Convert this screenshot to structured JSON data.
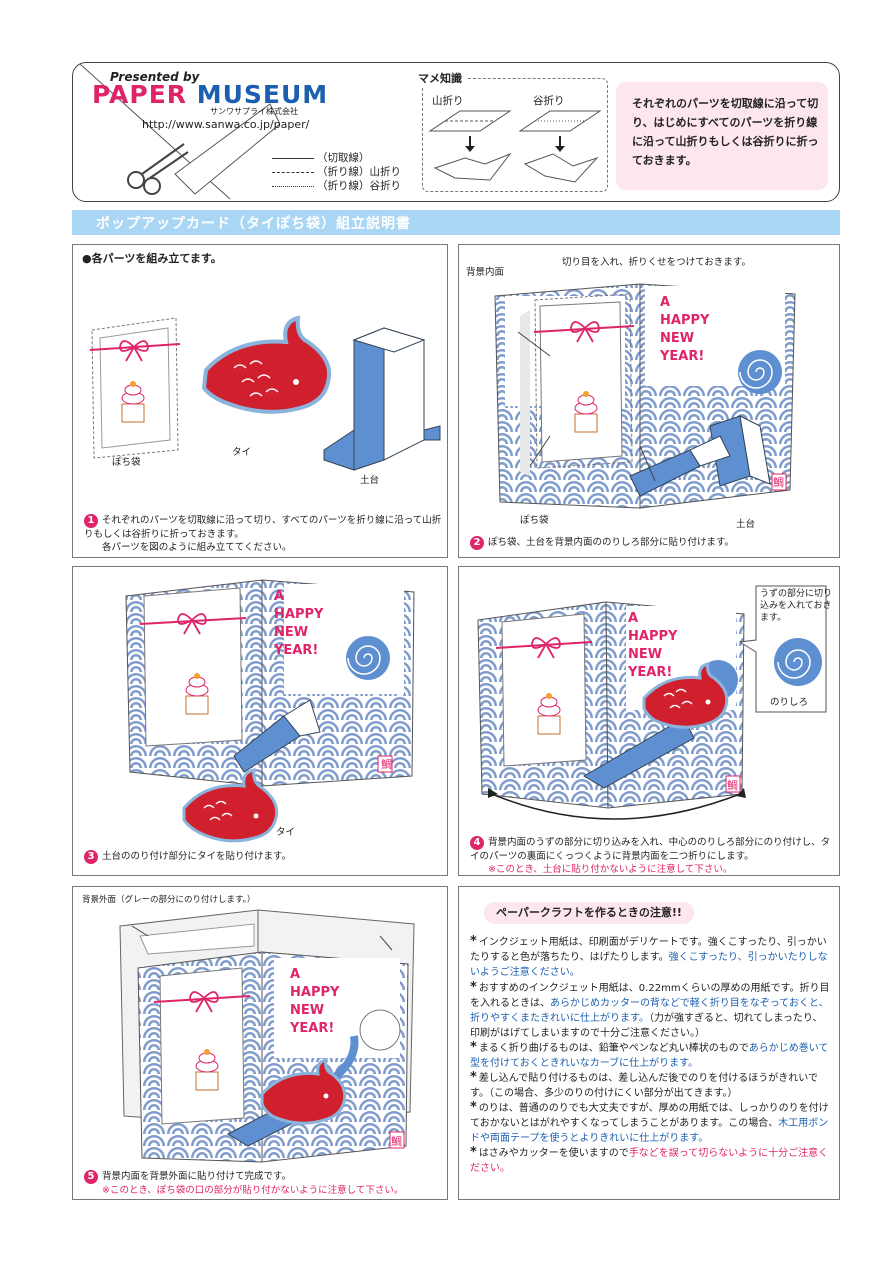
{
  "header": {
    "presented_by": "Presented by",
    "logo_part1": "PAPER",
    "logo_part2": " MUSEUM",
    "company": "サンワサプライ株式会社",
    "url": "http://www.sanwa.co.jp/paper/",
    "legend": [
      {
        "label": "（切取線）"
      },
      {
        "label": "（折り線）山折り"
      },
      {
        "label": "（折り線）谷折り"
      }
    ],
    "mame_title": "マメ知識",
    "mountain_fold": "山折り",
    "valley_fold": "谷折り",
    "intro_text": "それぞれのパーツを切取線に沿って切り、はじめにすべてのパーツを折り線に沿って山折りもしくは谷折りに折っておきます。"
  },
  "title": "ポップアップカード（タイぽち袋）組立説明書",
  "colors": {
    "accent_red": "#e0246a",
    "accent_blue": "#1c5fb0",
    "title_bar": "#a9d6f4",
    "pink_box": "#fde6ec"
  },
  "steps": {
    "s1": {
      "heading": "●各パーツを組み立てます。",
      "labels": {
        "pochi": "ぽち袋",
        "tai": "タイ",
        "dodai": "土台"
      },
      "num": "1",
      "text1": "それぞれのパーツを切取線に沿って切り、すべてのパーツを折り線に沿って山折りもしくは谷折りに折っておきます。",
      "text2": "各パーツを図のように組み立ててください。"
    },
    "s2": {
      "label_bg_inner": "背景内面",
      "label_cut": "切り目を入れ、折りくせをつけておきます。",
      "label_pochi": "ぽち袋",
      "label_dodai": "土台",
      "num": "2",
      "text": "ぽち袋、土台を背景内面ののりしろ部分に貼り付けます。"
    },
    "s3": {
      "label_tai": "タイ",
      "num": "3",
      "text": "土台ののり付け部分にタイを貼り付けます。"
    },
    "s4": {
      "bubble": "うずの部分に切り込みを入れておきます。",
      "label_glue": "のりしろ",
      "num": "4",
      "text": "背景内面のうずの部分に切り込みを入れ、中心ののりしろ部分にのり付けし、タイのパーツの裏面にくっつくように背景内面を二つ折りにします。",
      "note": "※このとき、土台に貼り付かないように注意して下さい。"
    },
    "s5": {
      "label_bg_outer": "背景外面（グレーの部分にのり付けします。）",
      "num": "5",
      "text": "背景内面を背景外面に貼り付けて完成です。",
      "note": "※このとき、ぽち袋の口の部分が貼り付かないように注意して下さい。"
    }
  },
  "card_text": {
    "line1": "A",
    "line2": "HAPPY",
    "line3": "NEW",
    "line4": "YEAR!",
    "stamp": "鯛"
  },
  "caution": {
    "title": "ペーパークラフトを作るときの注意!!",
    "items": [
      {
        "t1": "インクジェット用紙は、印刷面がデリケートです。強くこすったり、引っかいたりすると色が落ちたり、はげたりします。",
        "t2": "強くこすったり、引っかいたりしないようご注意ください。",
        "t3": ""
      },
      {
        "t1": "おすすめのインクジェット用紙は、0.22mmくらいの厚めの用紙です。折り目を入れるときは、",
        "t2": "あらかじめカッターの背などで軽く折り目をなぞっておくと、折りやすくまたきれいに仕上がります。",
        "t3": "（力が強すぎると、切れてしまったり、印刷がはげてしまいますので十分ご注意ください。）"
      },
      {
        "t1": "まるく折り曲げるものは、鉛筆やペンなど丸い棒状のもので",
        "t2": "あらかじめ巻いて型を付けておくときれいなカーブに仕上がります。",
        "t3": ""
      },
      {
        "t1": "差し込んで貼り付けるものは、差し込んだ後でのりを付けるほうがきれいです。（この場合、多少のりの付けにくい部分が出てきます。）",
        "t2": "",
        "t3": ""
      },
      {
        "t1": "のりは、普通ののりでも大丈夫ですが、厚めの用紙では、しっかりのりを付けておかないとはがれやすくなってしまうことがあります。この場合、",
        "t2": "木工用ボンドや両面テープを使うとよりきれいに仕上がります。",
        "t3": ""
      },
      {
        "t1": "はさみやカッターを使いますので",
        "t2": "手などを誤って切らないように十分ご注意ください。",
        "t3": "",
        "red": true
      }
    ]
  }
}
